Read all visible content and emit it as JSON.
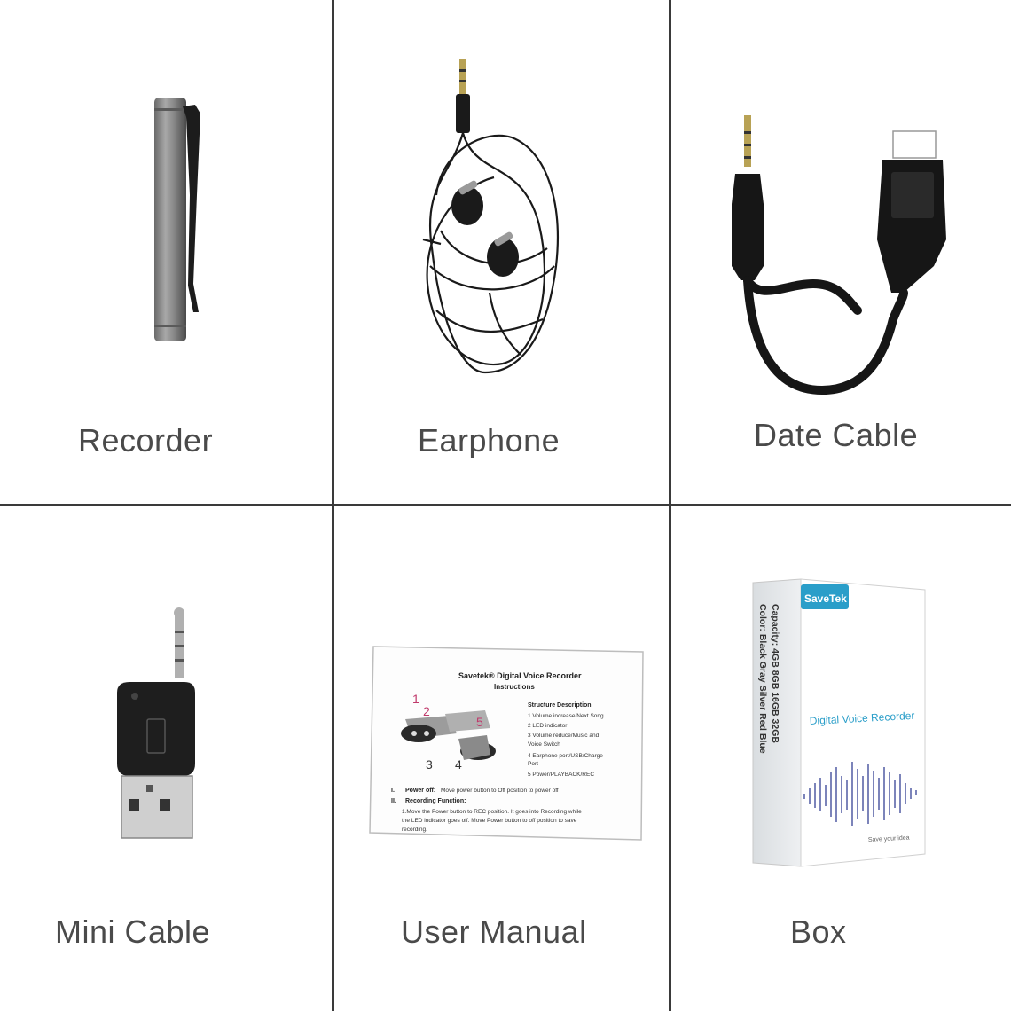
{
  "cells": [
    {
      "label": "Recorder"
    },
    {
      "label": "Earphone"
    },
    {
      "label": "Date Cable"
    },
    {
      "label": "Mini Cable"
    },
    {
      "label": "User Manual"
    },
    {
      "label": "Box"
    }
  ],
  "manual": {
    "title": "Savetek® Digital Voice Recorder",
    "subtitle": "Instructions",
    "structure_heading": "Structure Description",
    "structure_items": [
      "1 Volume increase/Next Song",
      "2 LED indicator",
      "3 Volume reduce/Music and",
      "Voice Switch",
      "4 Earphone port/USB/Charge",
      "Port",
      "5  Power/PLAYBACK/REC"
    ],
    "callouts": [
      "1",
      "2",
      "3",
      "4",
      "5"
    ],
    "section_1_num": "I.",
    "section_1_head": "Power off:",
    "section_1_text": "Move power button to Off position to power off",
    "section_2_num": "II.",
    "section_2_head": "Recording Function:",
    "section_2_line1": "1.Move the Power button to REC position. It goes into Recording while",
    "section_2_line2": "the LED indicator goes off. Move Power button to off position to save",
    "section_2_line3": "recording."
  },
  "box": {
    "brand": "SaveTek",
    "product": "Digital Voice Recorder",
    "slogan": "Save your idea",
    "capacity_line": "Capacity: 4GB  8GB  16GB  32GB",
    "color_line": "Color: Black  Gray  Silver  Red  Blue"
  },
  "colors": {
    "grid": "#3a3a3a",
    "label": "#4a4a4a",
    "box_accent": "#2a9ec9",
    "wave": "#5b66a8"
  }
}
